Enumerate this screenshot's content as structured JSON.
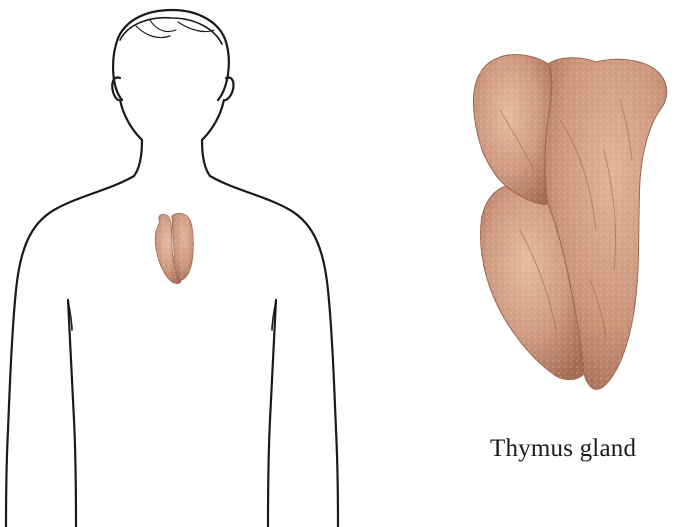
{
  "figure": {
    "caption": "Thymus gland",
    "colors": {
      "outline": "#1a1a1a",
      "gland_fill": "#cf9a80",
      "gland_shadow": "#a8705a",
      "gland_highlight": "#e4b9a0",
      "background": "#ffffff"
    },
    "icons": {
      "body": "human-torso-outline",
      "gland_small": "thymus-gland-in-chest",
      "gland_large": "thymus-gland-enlarged"
    }
  }
}
